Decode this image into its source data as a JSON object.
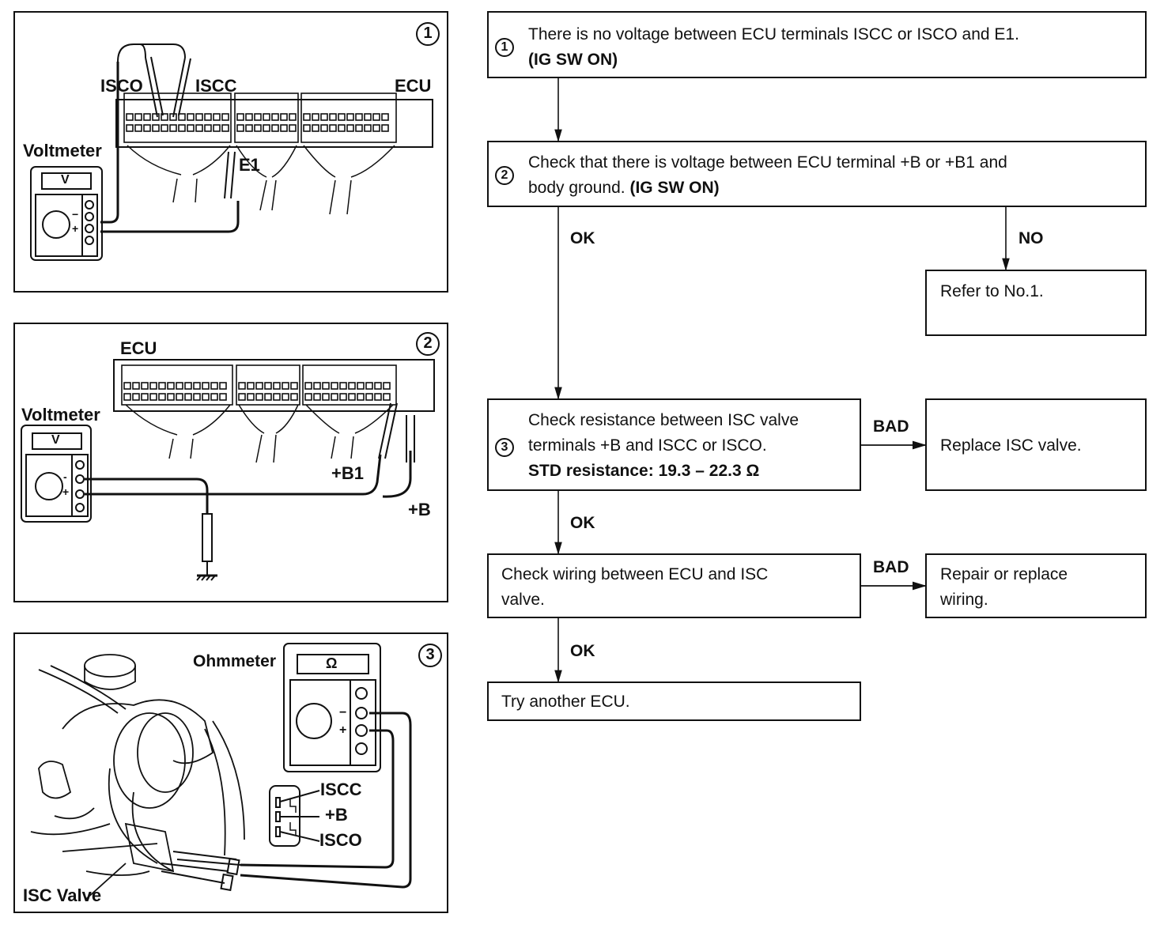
{
  "diagrams": [
    {
      "number": "1",
      "labels": {
        "isco": "ISCO",
        "iscc": "ISCC",
        "ecu": "ECU",
        "voltmeter": "Voltmeter",
        "e1": "E1",
        "meter_unit": "V",
        "minus": "−",
        "plus": "+"
      }
    },
    {
      "number": "2",
      "labels": {
        "ecu": "ECU",
        "voltmeter": "Voltmeter",
        "b1": "+B1",
        "b": "+B",
        "meter_unit": "V",
        "minus": "-",
        "plus": "+"
      }
    },
    {
      "number": "3",
      "labels": {
        "ohmmeter": "Ohmmeter",
        "meter_unit": "Ω",
        "iscc": "ISCC",
        "b": "+B",
        "isco": "ISCO",
        "isc_valve": "ISC Valve",
        "minus": "−",
        "plus": "+"
      }
    }
  ],
  "flowchart": {
    "step1": {
      "number": "1",
      "text": "There is no voltage between ECU terminals ISCC or ISCO and E1.",
      "condition": "(IG SW ON)"
    },
    "step2": {
      "number": "2",
      "text": "Check that there is voltage between ECU terminal +B or +B1 and",
      "text2": "body ground.",
      "condition": "(IG SW ON)"
    },
    "refer": {
      "text": "Refer to No.1."
    },
    "step3": {
      "number": "3",
      "line1": "Check resistance between ISC valve",
      "line2": "terminals +B and ISCC or ISCO.",
      "line3": "STD resistance:  19.3 – 22.3 Ω"
    },
    "replace": {
      "text": "Replace ISC valve."
    },
    "wiring": {
      "line1": "Check wiring between ECU and ISC",
      "line2": "valve."
    },
    "repair": {
      "line1": "Repair or replace",
      "line2": "wiring."
    },
    "another": {
      "text": "Try another ECU."
    },
    "edges": {
      "ok1": "OK",
      "no": "NO",
      "bad1": "BAD",
      "ok2": "OK",
      "bad2": "BAD",
      "ok3": "OK"
    }
  }
}
